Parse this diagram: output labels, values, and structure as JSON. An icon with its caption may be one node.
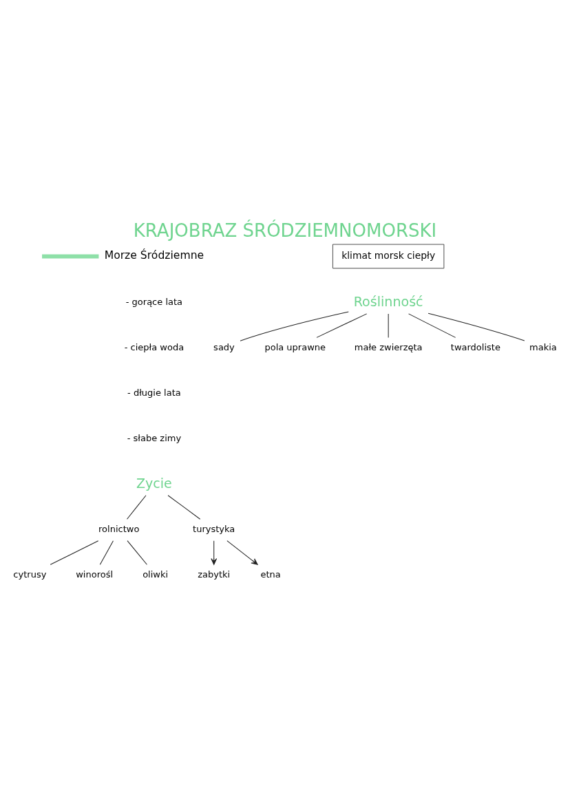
{
  "diagram": {
    "title": "KRAJOBRAZ ŚRÓDZIEMNOMORSKI",
    "nodes": [
      {
        "text": [
          "Morze Śródziemne"
        ]
      },
      {
        "text": [
          "klimat morsk ciepły"
        ]
      },
      {
        "text": [
          "Roślinność"
        ]
      },
      {
        "text": [
          "sady"
        ]
      },
      {
        "text": [
          "pola uprawne"
        ]
      },
      {
        "text": [
          "małe zwierzęta"
        ]
      },
      {
        "text": [
          "twardoliste"
        ]
      },
      {
        "text": [
          "makia"
        ]
      },
      {
        "text": [
          "Zycie"
        ]
      },
      {
        "text": [
          "rolnictwo"
        ]
      },
      {
        "text": [
          "turystyka"
        ]
      },
      {
        "text": [
          "cytrusy"
        ]
      },
      {
        "text": [
          "winorośl"
        ]
      },
      {
        "text": [
          "oliwki"
        ]
      },
      {
        "text": [
          "zabytki"
        ]
      },
      {
        "text": [
          "etna"
        ]
      }
    ],
    "edges": [
      {
        "from": null,
        "to": 0,
        "arrow": "none",
        "style": "thick",
        "color": "#8ee0a8"
      },
      {
        "from": 2,
        "to": 3,
        "arrow": "none"
      },
      {
        "from": 2,
        "to": 4,
        "arrow": "none"
      },
      {
        "from": 2,
        "to": 5,
        "arrow": "none"
      },
      {
        "from": 2,
        "to": 6,
        "arrow": "none"
      },
      {
        "from": 2,
        "to": 7,
        "arrow": "none"
      },
      {
        "from": 8,
        "to": 9,
        "arrow": "none"
      },
      {
        "from": 8,
        "to": 10,
        "arrow": "none"
      },
      {
        "from": 9,
        "to": 11,
        "arrow": "none"
      },
      {
        "from": 9,
        "to": 12,
        "arrow": "none"
      },
      {
        "from": 9,
        "to": 13,
        "arrow": "none"
      },
      {
        "from": 10,
        "to": 14,
        "arrow": "to"
      },
      {
        "from": 10,
        "to": 15,
        "arrow": "to"
      }
    ],
    "labels": [
      "- gorące lata",
      "- ciepła woda",
      "- długie lata",
      "- słabe zimy"
    ]
  }
}
